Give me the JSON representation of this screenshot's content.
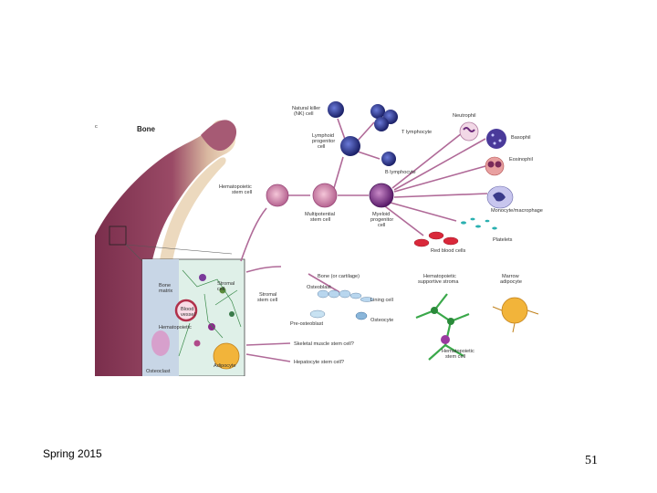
{
  "footer": {
    "left": "Spring 2015",
    "page_number": "51"
  },
  "labels": {
    "c_fragment": "c",
    "bone": "Bone",
    "nk_cell_1": "Natural killer",
    "nk_cell_2": "(NK) cell",
    "t_lymphocyte": "T lymphocyte",
    "neutrophil": "Neutrophil",
    "basophil": "Basophil",
    "eosinophil": "Eosinophil",
    "lymphoid_1": "Lymphoid",
    "lymphoid_2": "progenitor",
    "lymphoid_3": "cell",
    "b_lymphocyte": "B lymphocyte",
    "hsc_1": "Hematopoietic",
    "hsc_2": "stem cell",
    "multipotential_1": "Multipotential",
    "multipotential_2": "stem cell",
    "myeloid_1": "Myeloid",
    "myeloid_2": "progenitor",
    "myeloid_3": "cell",
    "monocyte": "Monocyte/macrophage",
    "platelets": "Platelets",
    "red_blood_cells": "Red blood cells",
    "bone_matrix_1": "Bone",
    "bone_matrix_2": "matrix",
    "stromal_1": "Stromal",
    "stromal_2": "cell",
    "blood_vessel_1": "Blood",
    "blood_vessel_2": "vessel",
    "inset_hsc": "Hematopoietic",
    "osteoclast": "Osteoclast",
    "adipocyte": "Adipocyte",
    "stromal_stem_1": "Stromal",
    "stromal_stem_2": "stem cell",
    "bone_cartilage": "Bone (or cartilage)",
    "osteoblast": "Osteoblast",
    "lining_cell": "Lining cell",
    "pre_osteoblast": "Pre-osteoblast",
    "osteocyte": "Osteocyte",
    "hps_1": "Hematopoietic",
    "hps_2": "supportive stroma",
    "marrow_1": "Marrow",
    "marrow_2": "adipocyte",
    "hsc_b_1": "Hematopoietic",
    "hsc_b_2": "stem cell",
    "skeletal": "Skeletal muscle stem cell?",
    "hepatocyte": "Hepatocyte stem cell?"
  }
}
